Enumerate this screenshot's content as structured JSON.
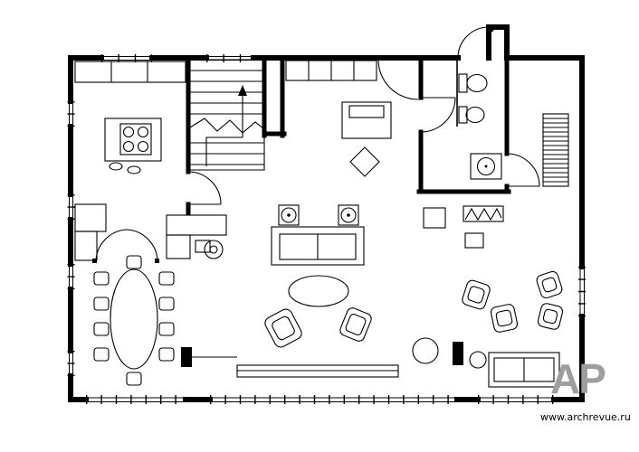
{
  "canvas": {
    "background": "#ffffff",
    "line_color": "#000000"
  },
  "watermark": {
    "text": "AP",
    "color": "#9e9e9e"
  },
  "website": {
    "text": "www.archrevue.ru",
    "color": "#000000"
  },
  "drawing": {
    "type": "floor-plan",
    "elements": [
      "exterior-walls",
      "windows",
      "interior-walls",
      "entrance-door",
      "doors",
      "double-door",
      "stairs",
      "stairs-direction-arrow",
      "kitchen-counter",
      "kitchen-island",
      "stove-burners",
      "bar-stools",
      "hall-wardrobe",
      "piano",
      "dining-table",
      "dining-chairs",
      "desk",
      "desk-chair",
      "sofa",
      "side-lamp-tables",
      "coffee-table",
      "armchairs",
      "toilet",
      "bidet",
      "sink",
      "closet-shelves",
      "radiator",
      "window-bench",
      "lounge-chairs",
      "round-table",
      "lounge-sofa",
      "side-tables"
    ]
  }
}
